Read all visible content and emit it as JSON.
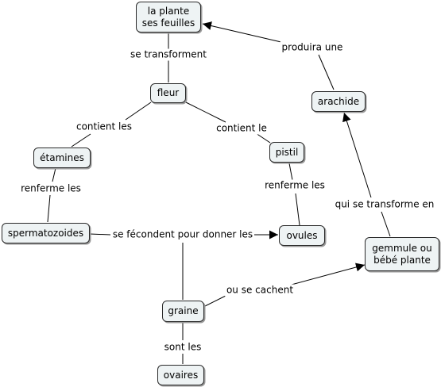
{
  "concepts": {
    "plante": "la plante\nses feuilles",
    "fleur": "fleur",
    "etamines": "étamines",
    "pistil": "pistil",
    "spermatozoides": "spermatozoides",
    "ovules": "ovules",
    "graine": "graine",
    "ovaires": "ovaires",
    "arachide": "arachide",
    "gemmule": "gemmule ou\nbébé plante"
  },
  "links": {
    "se_transforment": "se transforment",
    "contient_les": "contient les",
    "contient_le": "contient le",
    "renferme_les_etamines": "renferme les",
    "renferme_les_pistil": "renferme les",
    "se_fecondent": "se fécondent pour donner les",
    "ou_se_cachent": "ou se cachent",
    "sont_les": "sont les",
    "produira_une": "produira une",
    "qui_se_transforme_en": "qui se transforme en"
  },
  "colors": {
    "node_fill": "#eef3f4",
    "node_border": "#2a2a2a",
    "line": "#000000"
  }
}
